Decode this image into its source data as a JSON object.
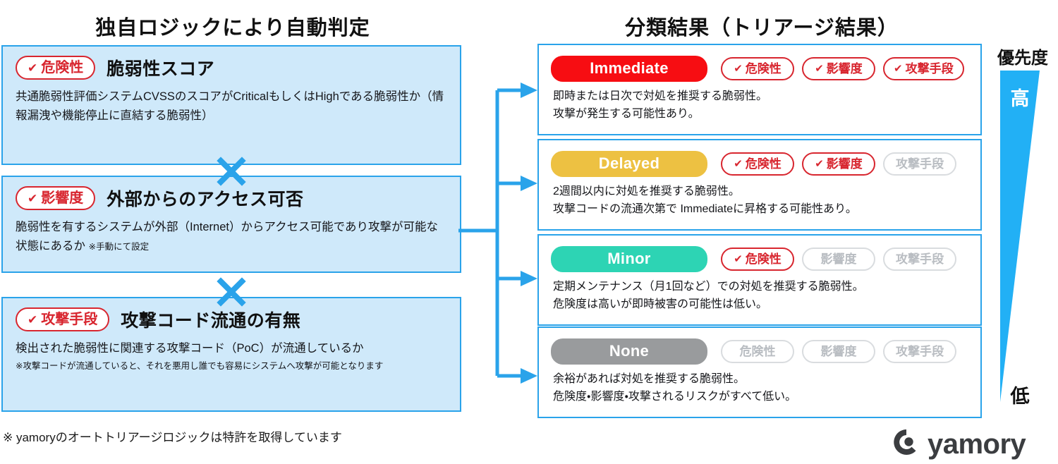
{
  "headings": {
    "left": "独自ロジックにより自動判定",
    "right": "分類結果（トリアージ結果）"
  },
  "criteria": [
    {
      "chip": "危険性",
      "title": "脆弱性スコア",
      "body": "共通脆弱性評価システムCVSSのスコアがCriticalもしくはHighである脆弱性か（情報漏洩や機能停止に直結する脆弱性）",
      "note": ""
    },
    {
      "chip": "影響度",
      "title": "外部からのアクセス可否",
      "body": "脆弱性を有するシステムが外部（Internet）からアクセス可能であり攻撃が可能な状態にあるか",
      "note": "※手動にて設定"
    },
    {
      "chip": "攻撃手段",
      "title": "攻撃コード流通の有無",
      "body": "検出された脆弱性に関連する攻撃コード（PoC）が流通しているか",
      "note": "※攻撃コードが流通していると、それを悪用し誰でも容易にシステムへ攻撃が可能となります"
    }
  ],
  "operator": "×",
  "footnote": "※ yamoryのオートトリアージロジックは特許を取得しています",
  "results": [
    {
      "severity": "Immediate",
      "color": "#f70d12",
      "tags": [
        {
          "label": "危険性",
          "active": true
        },
        {
          "label": "影響度",
          "active": true
        },
        {
          "label": "攻撃手段",
          "active": true
        }
      ],
      "line1": "即時または日次で対処を推奨する脆弱性。",
      "line2": "攻撃が発生する可能性あり。"
    },
    {
      "severity": "Delayed",
      "color": "#edc142",
      "tags": [
        {
          "label": "危険性",
          "active": true
        },
        {
          "label": "影響度",
          "active": true
        },
        {
          "label": "攻撃手段",
          "active": false
        }
      ],
      "line1": "2週間以内に対処を推奨する脆弱性。",
      "line2": "攻撃コードの流通次第で Immediateに昇格する可能性あり。"
    },
    {
      "severity": "Minor",
      "color": "#2dd4b4",
      "tags": [
        {
          "label": "危険性",
          "active": true
        },
        {
          "label": "影響度",
          "active": false
        },
        {
          "label": "攻撃手段",
          "active": false
        }
      ],
      "line1": "定期メンテナンス（月1回など）での対処を推奨する脆弱性。",
      "line2": "危険度は高いが即時被害の可能性は低い。"
    },
    {
      "severity": "None",
      "color": "#999b9d",
      "tags": [
        {
          "label": "危険性",
          "active": false
        },
        {
          "label": "影響度",
          "active": false
        },
        {
          "label": "攻撃手段",
          "active": false
        }
      ],
      "line1": "余裕があれば対処を推奨する脆弱性。",
      "line2": "危険度・影響度・攻撃されるリスクがすべて低い。"
    }
  ],
  "priority": {
    "label": "優先度",
    "high": "高",
    "low": "低"
  },
  "brand": {
    "name": "yamory"
  },
  "colors": {
    "panel_fill": "#cfe9fa",
    "panel_border": "#2aa3ea",
    "accent_blue": "#2aa3ea",
    "chip_red": "#d8262f",
    "tag_off": "#b9bdc2",
    "logo_gray": "#3b3d40"
  },
  "icons": {
    "check": "✔"
  }
}
